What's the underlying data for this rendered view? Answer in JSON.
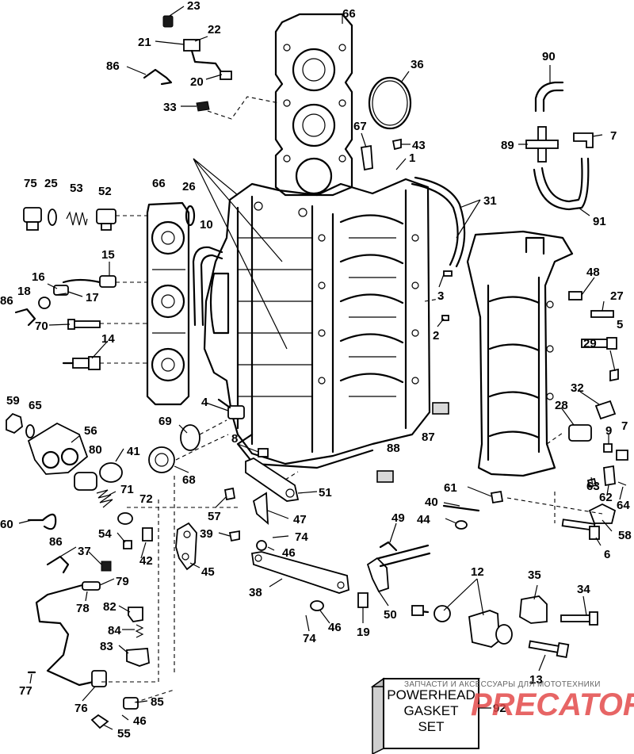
{
  "callouts": [
    "23",
    "21",
    "22",
    "86",
    "20",
    "33",
    "66",
    "36",
    "90",
    "67",
    "43",
    "7",
    "89",
    "1",
    "75",
    "25",
    "53",
    "52",
    "66",
    "26",
    "10",
    "31",
    "91",
    "15",
    "16",
    "18",
    "17",
    "86",
    "70",
    "14",
    "48",
    "3",
    "27",
    "5",
    "2",
    "29",
    "59",
    "65",
    "4",
    "69",
    "32",
    "28",
    "9",
    "7",
    "56",
    "41",
    "80",
    "8",
    "87",
    "88",
    "68",
    "71",
    "72",
    "60",
    "61",
    "40",
    "51",
    "57",
    "47",
    "44",
    "49",
    "54",
    "42",
    "39",
    "74",
    "46",
    "63",
    "62",
    "64",
    "58",
    "86",
    "37",
    "6",
    "79",
    "45",
    "38",
    "12",
    "35",
    "34",
    "78",
    "82",
    "50",
    "19",
    "74",
    "46",
    "84",
    "83",
    "13",
    "77",
    "76",
    "85",
    "46",
    "55",
    "92"
  ],
  "kit_box": {
    "line1": "POWERHEAD",
    "line2": "GASKET",
    "line3": "SET"
  },
  "watermark": {
    "caption": "ЗАПЧАСТИ И АКСЕССУАРЫ ДЛЯ МОТОТЕХНИКИ",
    "logo": "PRECATOR.RU"
  }
}
